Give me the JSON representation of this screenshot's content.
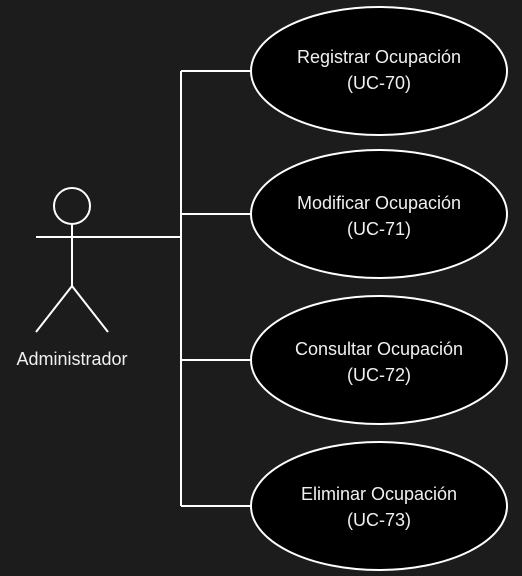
{
  "actor": {
    "name": "Administrador"
  },
  "use_cases": [
    {
      "line1": "Registrar Ocupación",
      "line2": "(UC-70)"
    },
    {
      "line1": "Modificar Ocupación",
      "line2": "(UC-71)"
    },
    {
      "line1": "Consultar Ocupación",
      "line2": "(UC-72)"
    },
    {
      "line1": "Eliminar Ocupación",
      "line2": "(UC-73)"
    }
  ],
  "colors": {
    "background": "#1c1c1c",
    "stroke": "#ffffff",
    "ellipse_fill": "#000000",
    "text": "#f0f0f0"
  }
}
